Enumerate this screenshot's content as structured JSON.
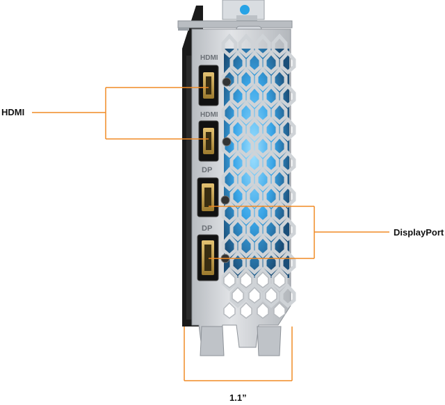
{
  "callouts": {
    "hdmi": "HDMI",
    "displayport": "DisplayPort",
    "width": "1.1”"
  },
  "port_markings": {
    "hdmi_top": "HDMI",
    "hdmi_bottom": "HDMI",
    "dp_top": "DP",
    "dp_bottom": "DP"
  },
  "colors": {
    "callout_line": "#f08a24",
    "bracket_metal": "#c9ccd0",
    "bracket_edge": "#9aa0a6",
    "fan_glow": "#4fb8f0",
    "port_gold": "#c9a24a",
    "shroud": "#1a1a1a"
  }
}
